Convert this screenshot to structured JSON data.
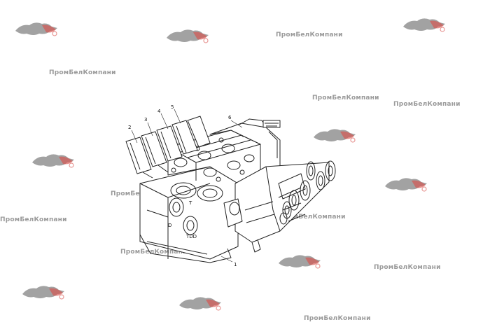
{
  "watermark": {
    "text": "ПромБелКомпани",
    "color": "#9a9a9a",
    "logo_colors": {
      "dark": "#555555",
      "accent": "#d9534f"
    }
  },
  "diagram": {
    "callouts": [
      "1",
      "2",
      "3",
      "4",
      "5",
      "6"
    ],
    "port_labels": [
      "T",
      "D",
      "TDD"
    ]
  }
}
